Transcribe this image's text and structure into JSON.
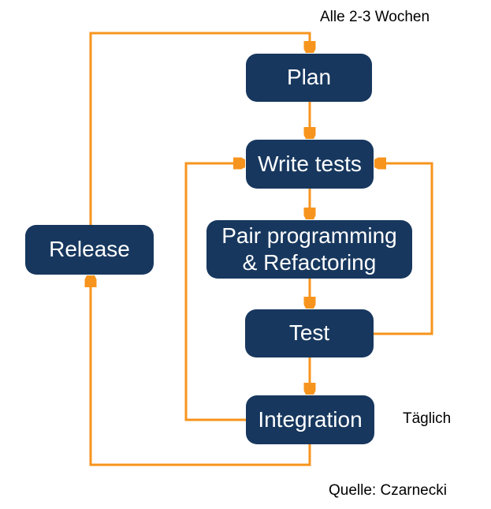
{
  "colors": {
    "node_fill": "#17375E",
    "node_text": "#FFFFFF",
    "arrow": "#F7941D",
    "annotation_text": "#000000",
    "background": "#FFFFFF"
  },
  "nodes": {
    "plan": {
      "label": "Plan"
    },
    "write_tests": {
      "label": "Write tests"
    },
    "pair_programming": {
      "lines": [
        "Pair programming",
        "& Refactoring"
      ]
    },
    "test": {
      "label": "Test"
    },
    "integration": {
      "label": "Integration"
    },
    "release": {
      "label": "Release"
    }
  },
  "annotations": {
    "cycle": "Alle 2-3 Wochen",
    "daily": "Täglich",
    "source": "Quelle: Czarnecki"
  },
  "edges": [
    {
      "from": "release",
      "to": "plan"
    },
    {
      "from": "plan",
      "to": "write_tests"
    },
    {
      "from": "write_tests",
      "to": "pair_programming"
    },
    {
      "from": "pair_programming",
      "to": "test"
    },
    {
      "from": "test",
      "to": "integration"
    },
    {
      "from": "test",
      "to": "write_tests"
    },
    {
      "from": "integration",
      "to": "write_tests"
    },
    {
      "from": "integration",
      "to": "release"
    }
  ]
}
